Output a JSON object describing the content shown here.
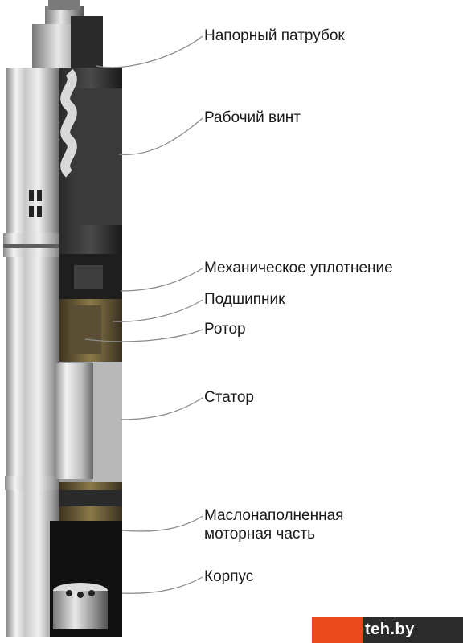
{
  "labels": {
    "outlet": "Напорный патрубок",
    "screw": "Рабочий винт",
    "seal": "Механическое уплотнение",
    "bearing": "Подшипник",
    "rotor": "Ротор",
    "stator": "Статор",
    "oil_line1": "Маслонаполненная",
    "oil_line2": "моторная часть",
    "case": "Корпус"
  },
  "watermark": {
    "text": "teh.by",
    "colors": {
      "accent": "#e8491d",
      "dark": "#2b2b2b"
    }
  },
  "colors": {
    "leader_line": "#8a8a8a",
    "steel_light": "#e6e6e6",
    "steel_dark": "#6f6f6f",
    "interior_dark": "#1e1e1e",
    "oil_brass": "#7a6a3a"
  }
}
